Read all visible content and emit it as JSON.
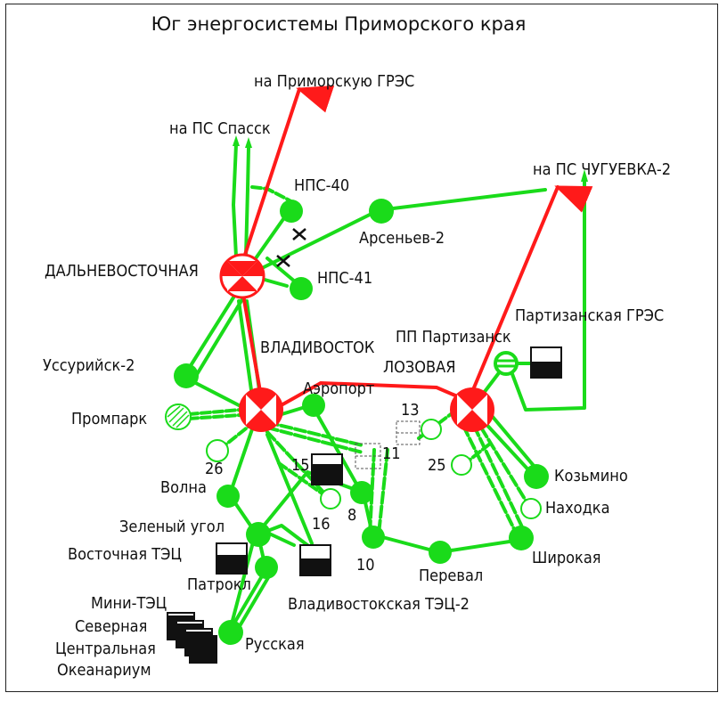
{
  "title": "Юг энергосистемы Приморского края",
  "colors": {
    "line_500kv": "#ff1a1a",
    "line_220kv": "#1adb1a",
    "bg": "#ffffff",
    "ink": "#111111"
  },
  "labels": {
    "primorskaya_gres": "на Приморскую ГРЭС",
    "ps_spassk": "на ПС Спасск",
    "ps_chuguevka": "на ПС ЧУГУЕВКА-2",
    "nps40": "НПС-40",
    "nps41": "НПС-41",
    "arsenyev": "Арсеньев-2",
    "dalnevostochnaya": "ДАЛЬНЕВОСТОЧНАЯ",
    "vladivostok": "ВЛАДИВОСТОК",
    "pp_partizansk": "ПП Партизанск",
    "partizanskaya_gres": "Партизанская ГРЭС",
    "lozovaya": "ЛОЗОВАЯ",
    "aeroport": "Аэропорт",
    "ussuriysk": "Уссурийск-2",
    "promprk": "Промпарк",
    "n13": "13",
    "n11": "11",
    "n25": "25",
    "n26": "26",
    "n15": "15",
    "n16": "16",
    "n8": "8",
    "n10": "10",
    "kozmino": "Козьмино",
    "nakhodka": "Находка",
    "volna": "Волна",
    "zeleny_ugol": "Зеленый угол",
    "vostochnaya_tec": "Восточная ТЭЦ",
    "patrokl": "Патрокл",
    "pereval": "Перевал",
    "shirokaya": "Широкая",
    "vladivostokskaya_tec2": "Владивостокская ТЭЦ-2",
    "mini_tec": "Мини-ТЭЦ",
    "severnaya": "Северная",
    "centralnaya": "Центральная",
    "okeanarium": "Океанариум",
    "russkaya": "Русская"
  }
}
